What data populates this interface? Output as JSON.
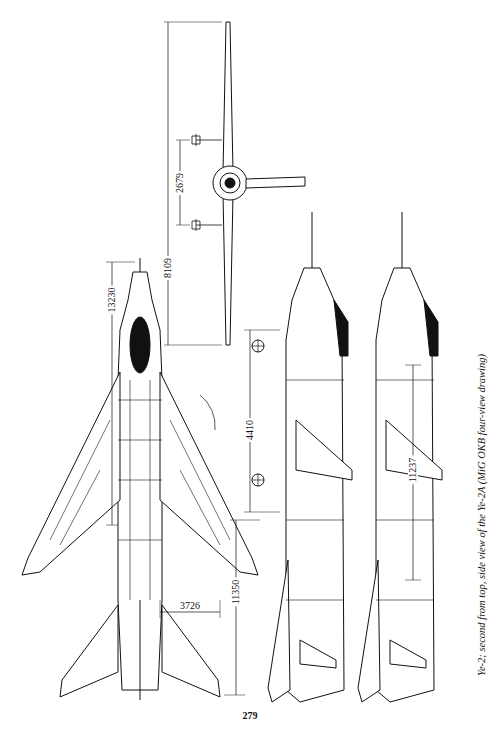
{
  "diagram": {
    "caption": "Ye-2; second from top, side view of the Ye-2A (MiG OKB four-view drawing)",
    "labels": [
      "2679",
      "8109",
      "13230",
      "4410",
      "3726",
      "11350",
      "11237",
      "279"
    ]
  }
}
